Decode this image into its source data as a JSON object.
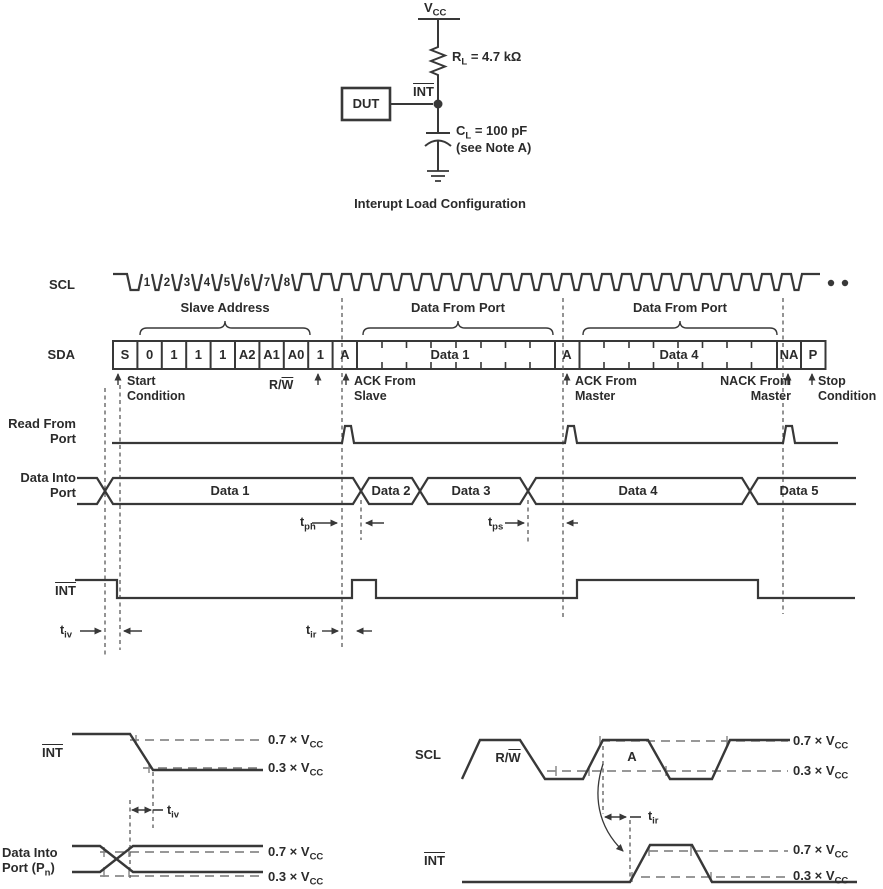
{
  "circuit": {
    "vcc": {
      "base": "V",
      "sub": "CC"
    },
    "resistor": {
      "base": "R",
      "sub": "L",
      "rest": " = 4.7 kΩ"
    },
    "int_label": "INT",
    "dut_label": "DUT",
    "cap": {
      "base": "C",
      "sub": "L",
      "rest": " = 100 pF"
    },
    "cap_note": "(see Note A)",
    "caption": "Interupt Load Configuration"
  },
  "timing": {
    "scl_label": "SCL",
    "clock_numbers": [
      "1",
      "2",
      "3",
      "4",
      "5",
      "6",
      "7",
      "8"
    ],
    "slave_address_label": "Slave Address",
    "data_from_port_1": "Data From Port",
    "data_from_port_2": "Data From Port",
    "sda_label": "SDA",
    "bits": [
      "S",
      "0",
      "1",
      "1",
      "1",
      "A2",
      "A1",
      "A0",
      "1",
      "A"
    ],
    "cells": {
      "data1": "Data 1",
      "ack2": "A",
      "data4": "Data 4",
      "na": "NA",
      "p": "P"
    },
    "start_condition": [
      "Start",
      "Condition"
    ],
    "rw": {
      "prefix": "R/",
      "overline": "W"
    },
    "ack_from_slave": [
      "ACK From",
      "Slave"
    ],
    "ack_from_master": [
      "ACK From",
      "Master"
    ],
    "nack_from_master": [
      "NACK From",
      "Master"
    ],
    "stop_condition": [
      "Stop",
      "Condition"
    ],
    "read_from_port": [
      "Read From",
      "Port"
    ],
    "data_into_port": [
      "Data Into",
      "Port"
    ],
    "bus_labels": [
      "Data 1",
      "Data 2",
      "Data 3",
      "Data 4",
      "Data 5"
    ],
    "int_label": "INT",
    "t_ph": {
      "base": "t",
      "sub": "ph"
    },
    "t_ps": {
      "base": "t",
      "sub": "ps"
    },
    "t_iv": {
      "base": "t",
      "sub": "iv"
    },
    "t_ir": {
      "base": "t",
      "sub": "ir"
    }
  },
  "detail_left": {
    "int_label": "INT",
    "t_iv": {
      "base": "t",
      "sub": "iv"
    },
    "port_line1": "Data Into",
    "port_line2": {
      "base": "Port (P",
      "sub": "n",
      "rest": ")"
    },
    "vih": {
      "prefix": "0.7 × V",
      "sub": "CC"
    },
    "vil": {
      "prefix": "0.3 × V",
      "sub": "CC"
    }
  },
  "detail_right": {
    "scl_label": "SCL",
    "rw": {
      "prefix": "R/",
      "overline": "W"
    },
    "ack_label": "A",
    "t_ir": {
      "base": "t",
      "sub": "ir"
    },
    "int_label": "INT",
    "vih": {
      "prefix": "0.7 × V",
      "sub": "CC"
    },
    "vil": {
      "prefix": "0.3 × V",
      "sub": "CC"
    }
  },
  "colors": {
    "line": "#383838",
    "dashed": "#5a5a5a",
    "tick": "#8a8a8a",
    "text": "#2b2b2b"
  }
}
